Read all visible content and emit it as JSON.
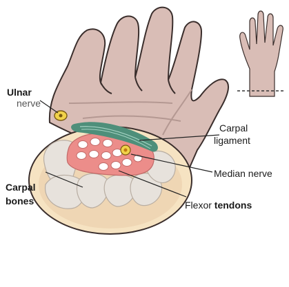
{
  "colors": {
    "hand_fill": "#d9bdb6",
    "hand_stroke": "#3a2e2c",
    "wrist_outer": "#f6e3c2",
    "bone_fill": "#e7e2dc",
    "tunnel_fill": "#ec8d8a",
    "ligament": "#4e8f7a",
    "nerve_yellow": "#f1d24a",
    "dashed_line": "#333333"
  },
  "labels": {
    "ulnar_line1": "Ulnar",
    "ulnar_line2": "nerve",
    "carpal_ligament_line1": "Carpal",
    "carpal_ligament_line2": "ligament",
    "median_nerve": "Median nerve",
    "carpal_bones_line1": "Carpal",
    "carpal_bones_line2": "bones",
    "flexor_word": "Flexor",
    "tendons_word": "tendons"
  },
  "icons": {
    "inset": "hand-silhouette-icon"
  }
}
